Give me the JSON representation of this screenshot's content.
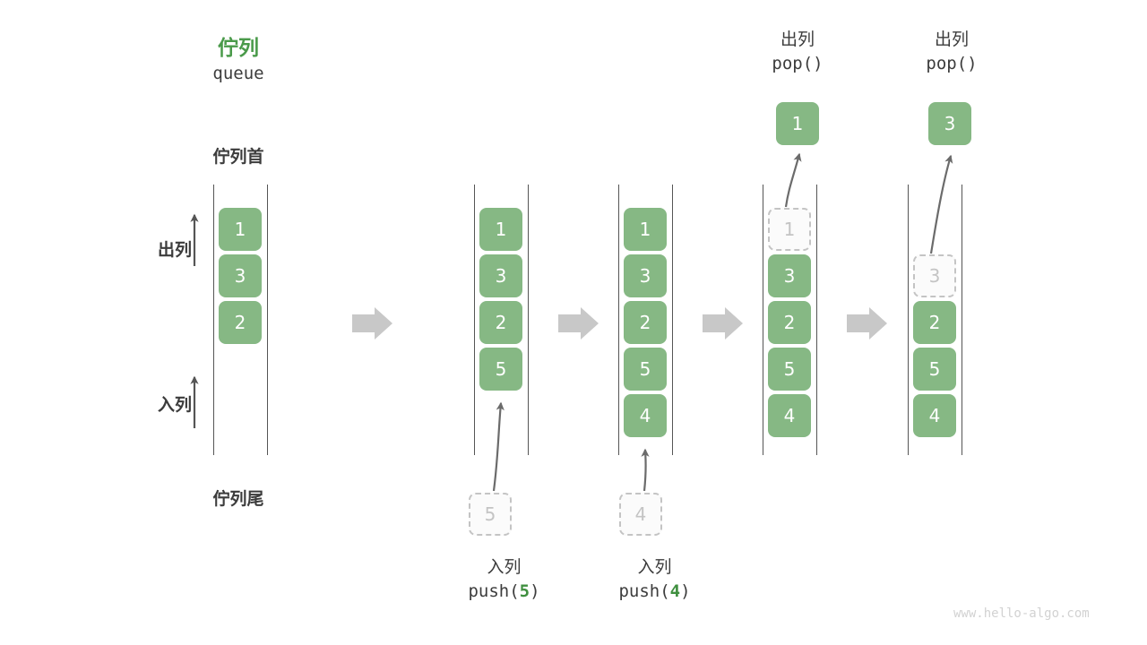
{
  "title": {
    "cn": "佇列",
    "en": "queue"
  },
  "labels": {
    "head": "佇列首",
    "tail": "佇列尾",
    "dequeue": "出列",
    "enqueue": "入列"
  },
  "watermark": "www.hello-algo.com",
  "colors": {
    "cell_fill": "#86b884",
    "cell_text": "#ffffff",
    "ghost_border": "#c4c4c4",
    "ghost_text": "#c4c4c4",
    "title_green": "#4a9a4a",
    "code_green": "#3f8f3f",
    "text_dark": "#3c3c3c",
    "rail": "#555555",
    "arrow_gray": "#c8c8c8",
    "curve_arrow": "#6b6b6b",
    "watermark": "#d2d2d2"
  },
  "columns": [
    {
      "name": "initial-queue",
      "cells": [
        "1",
        "3",
        "2"
      ],
      "ghost_top": null,
      "ghost_top_slot": null,
      "pending": null,
      "popped": null,
      "caption_cn": null,
      "caption_code": null,
      "caption_code_arg": null
    },
    {
      "name": "after-push-5",
      "cells": [
        "1",
        "3",
        "2",
        "5"
      ],
      "ghost_top": null,
      "ghost_top_slot": null,
      "pending": "5",
      "popped": null,
      "caption_cn": "入列",
      "caption_code_prefix": "push(",
      "caption_code_arg": "5",
      "caption_code_suffix": ")"
    },
    {
      "name": "after-push-4",
      "cells": [
        "1",
        "3",
        "2",
        "5",
        "4"
      ],
      "ghost_top": null,
      "ghost_top_slot": null,
      "pending": "4",
      "popped": null,
      "caption_cn": "入列",
      "caption_code_prefix": "push(",
      "caption_code_arg": "4",
      "caption_code_suffix": ")"
    },
    {
      "name": "after-pop-1",
      "cells": [
        "3",
        "2",
        "5",
        "4"
      ],
      "ghost_top": "1",
      "ghost_top_slot": 0,
      "pending": null,
      "popped": "1",
      "caption_cn": "出列",
      "caption_code_prefix": "pop(",
      "caption_code_arg": "",
      "caption_code_suffix": ")"
    },
    {
      "name": "after-pop-3",
      "cells": [
        "2",
        "5",
        "4"
      ],
      "ghost_top": "3",
      "ghost_top_slot": 1,
      "pending": null,
      "popped": "3",
      "caption_cn": "出列",
      "caption_code_prefix": "pop(",
      "caption_code_arg": "",
      "caption_code_suffix": ")"
    }
  ]
}
